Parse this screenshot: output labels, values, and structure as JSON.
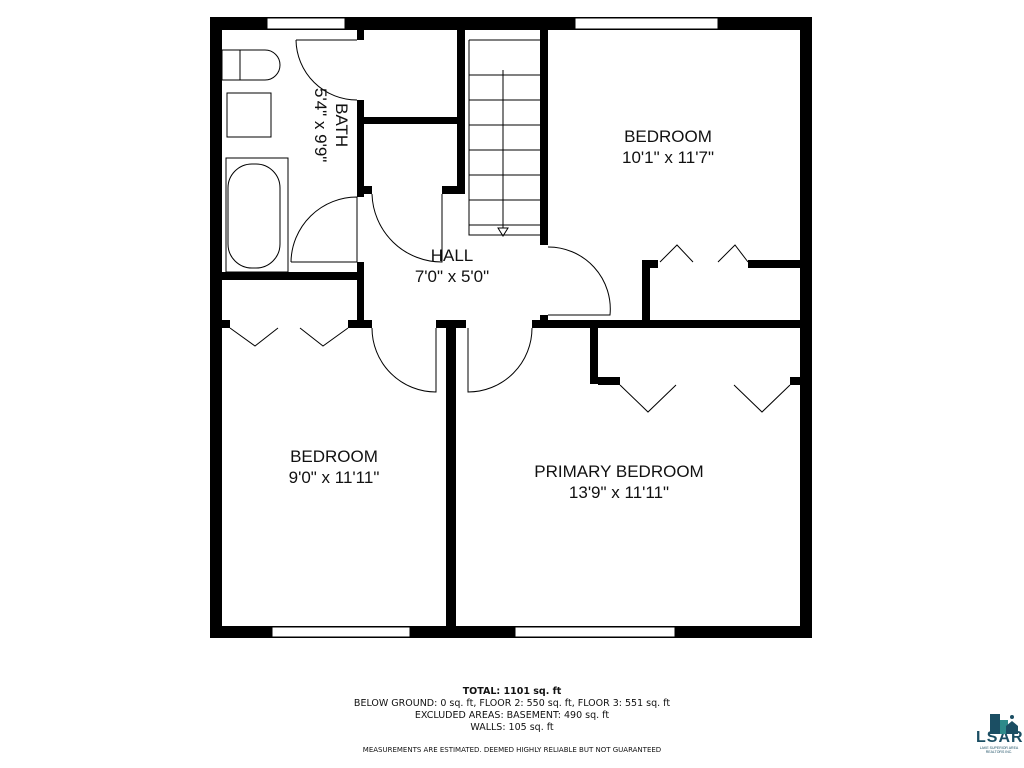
{
  "rooms": [
    {
      "name": "BATH",
      "size": "5'4\" x 9'9\""
    },
    {
      "name": "HALL",
      "size": "7'0\" x 5'0\""
    },
    {
      "name": "BEDROOM",
      "size": "10'1\" x 11'7\""
    },
    {
      "name": "BEDROOM",
      "size": "9'0\" x 11'11\""
    },
    {
      "name": "PRIMARY BEDROOM",
      "size": "13'9\" x 11'11\""
    }
  ],
  "summary": {
    "total": "TOTAL: 1101 sq. ft",
    "floors": "BELOW GROUND: 0 sq. ft, FLOOR 2: 550 sq. ft, FLOOR 3: 551 sq. ft",
    "excluded": "EXCLUDED AREAS: BASEMENT: 490 sq. ft",
    "walls": "WALLS: 105 sq. ft",
    "disclaimer": "MEASUREMENTS ARE ESTIMATED. DEEMED HIGHLY RELIABLE BUT NOT GUARANTEED"
  },
  "logo": {
    "text": "LSAR",
    "subtitle": "LAKE SUPERIOR AREA REALTORS INC.",
    "color": "#1b4e63"
  }
}
